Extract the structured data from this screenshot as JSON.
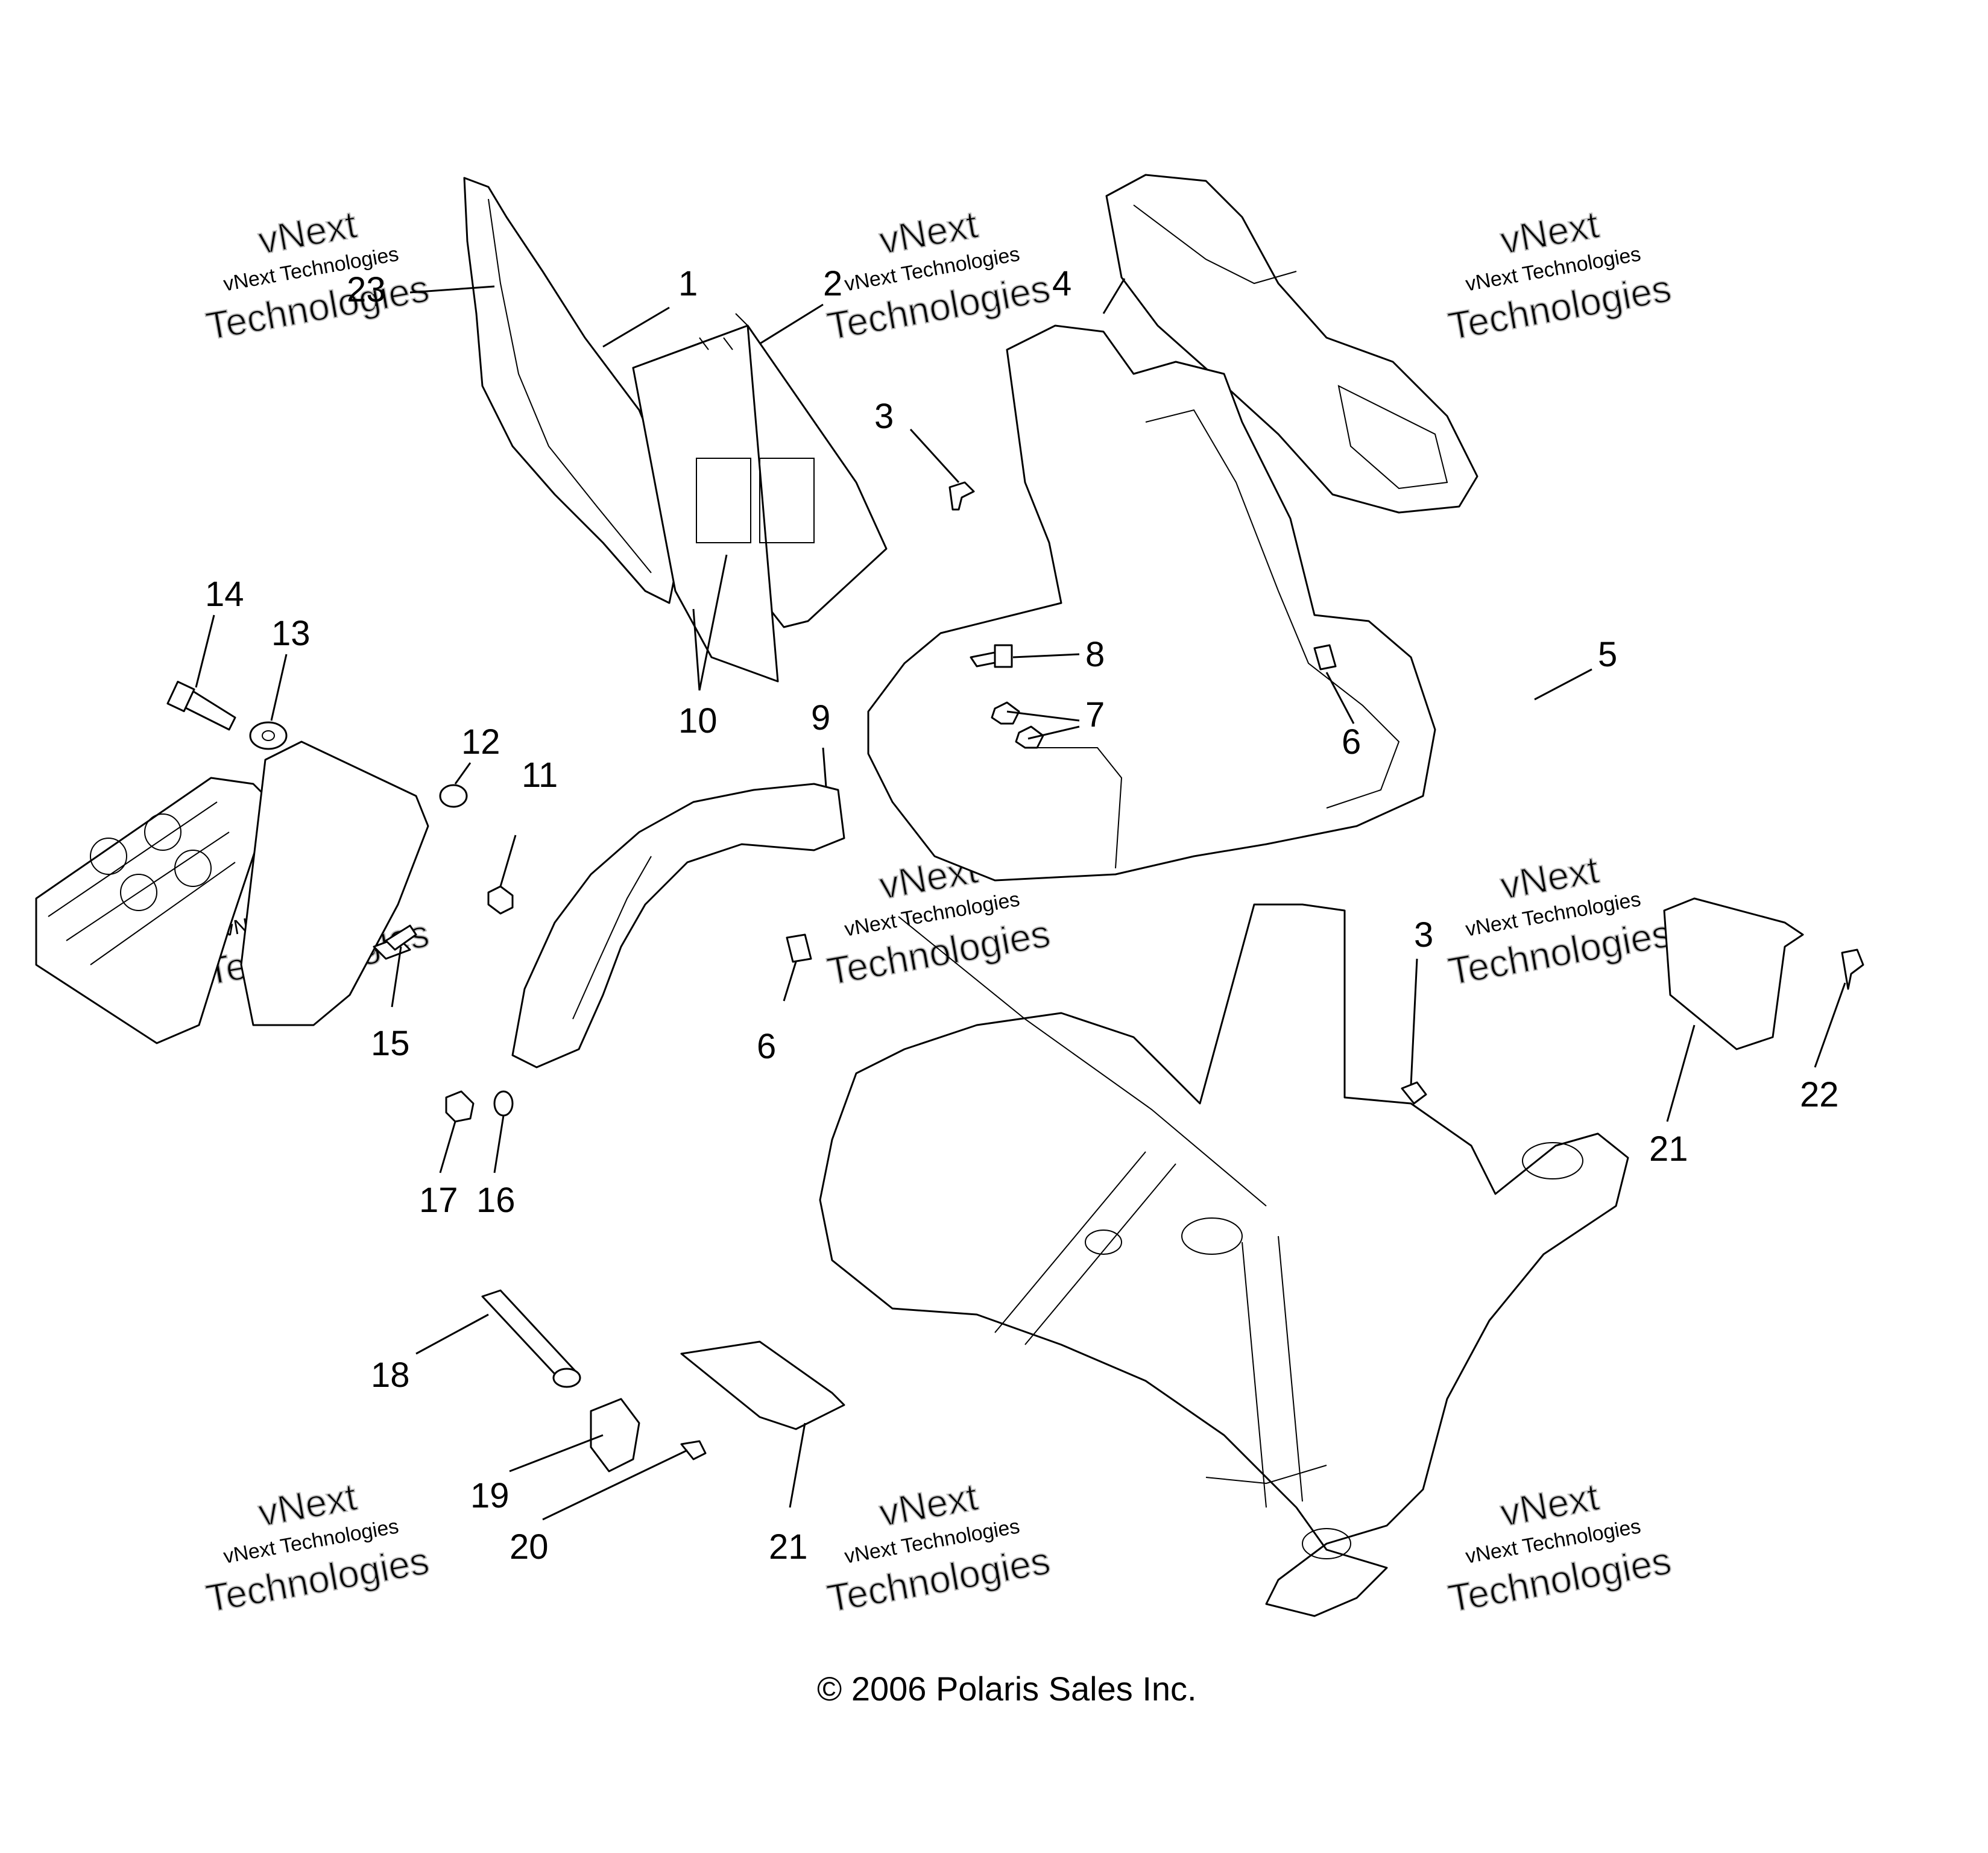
{
  "callouts": {
    "c1": "1",
    "c2": "2",
    "c3a": "3",
    "c3b": "3",
    "c4": "4",
    "c5": "5",
    "c6a": "6",
    "c6b": "6",
    "c7": "7",
    "c8": "8",
    "c9": "9",
    "c10": "10",
    "c11": "11",
    "c12": "12",
    "c13": "13",
    "c14": "14",
    "c15": "15",
    "c16": "16",
    "c17": "17",
    "c18": "18",
    "c19": "19",
    "c20": "20",
    "c21a": "21",
    "c21b": "21",
    "c22": "22",
    "c23": "23"
  },
  "watermark": {
    "line1": "vNext Technologies",
    "line2": "vNext",
    "line3": "Technologies"
  },
  "copyright": "© 2006 Polaris Sales Inc."
}
